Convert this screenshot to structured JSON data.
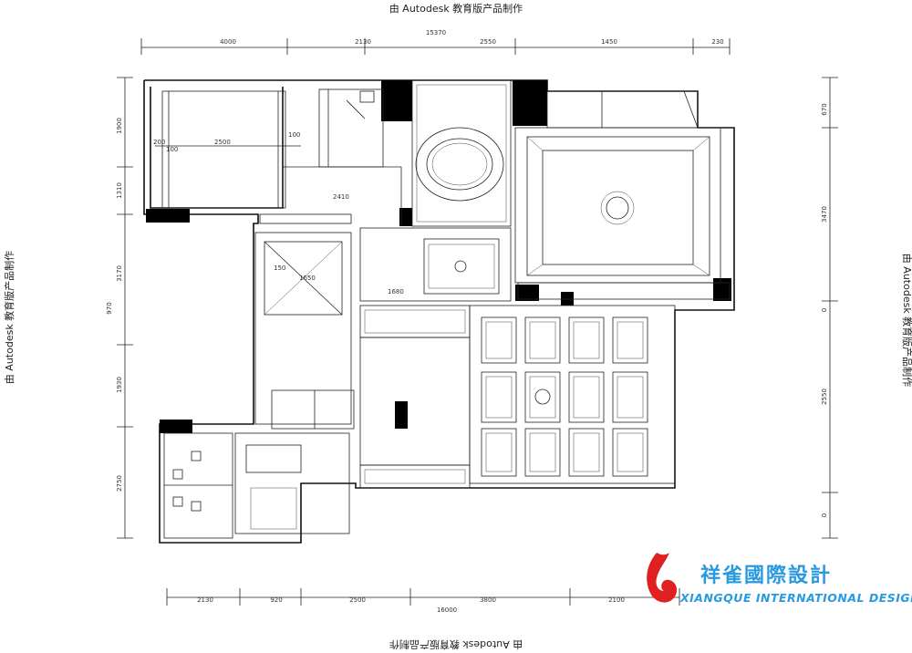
{
  "watermark": {
    "top": "由 Autodesk 教育版产品制作",
    "bottom": "由 Autodesk 教育版产品制作",
    "left": "由 Autodesk 教育版产品制作",
    "right": "由 Autodesk 教育版产品制作"
  },
  "logo": {
    "name_cn": "祥雀國際設計",
    "name_en": "XIANGQUE INTERNATIONAL DESIGN",
    "color": "#2a9ae0",
    "accent_color": "#e02020"
  },
  "dimensions": {
    "top_total": "15370",
    "top_segments": [
      "4000",
      "2130",
      "2550",
      "1450",
      "230"
    ],
    "bottom_total": "16000",
    "bottom_segments": [
      "2130",
      "920",
      "2500",
      "3800",
      "2100"
    ],
    "left_total": "970",
    "left_segments": [
      "1900",
      "1310",
      "3170",
      "1930",
      "2750"
    ],
    "right_segments": [
      "670",
      "3470",
      "0",
      "2550",
      "0"
    ]
  },
  "annotations": {
    "labels": [
      "2500",
      "200",
      "100",
      "100",
      "2410",
      "1650",
      "150",
      "1680"
    ]
  }
}
